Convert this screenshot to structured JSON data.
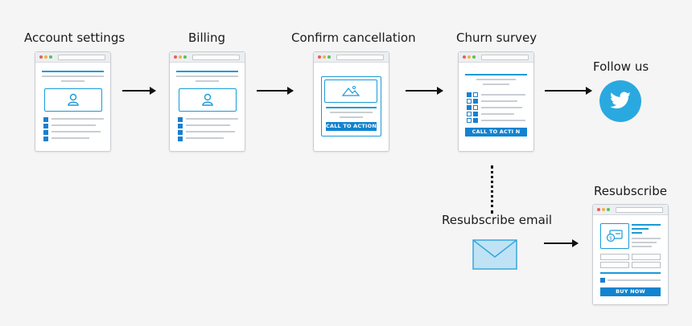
{
  "steps": {
    "account_settings": "Account settings",
    "billing": "Billing",
    "confirm_cancellation": "Confirm cancellation",
    "churn_survey": "Churn survey",
    "follow_us": "Follow us",
    "resubscribe_email": "Resubscribe email",
    "resubscribe": "Resubscribe"
  },
  "buttons": {
    "call_to_action_confirm": "CALL TO ACTION",
    "call_to_action_survey": "CALL TO ACTI  N",
    "buy_now": "BUY NOW"
  },
  "colors": {
    "accent": "#1a9ad6",
    "twitter": "#2aa9e0",
    "envelope": "#bfe3f5"
  },
  "icons": [
    "user-icon",
    "image-icon",
    "twitter-bird-icon",
    "envelope-icon",
    "credit-card-icon"
  ]
}
